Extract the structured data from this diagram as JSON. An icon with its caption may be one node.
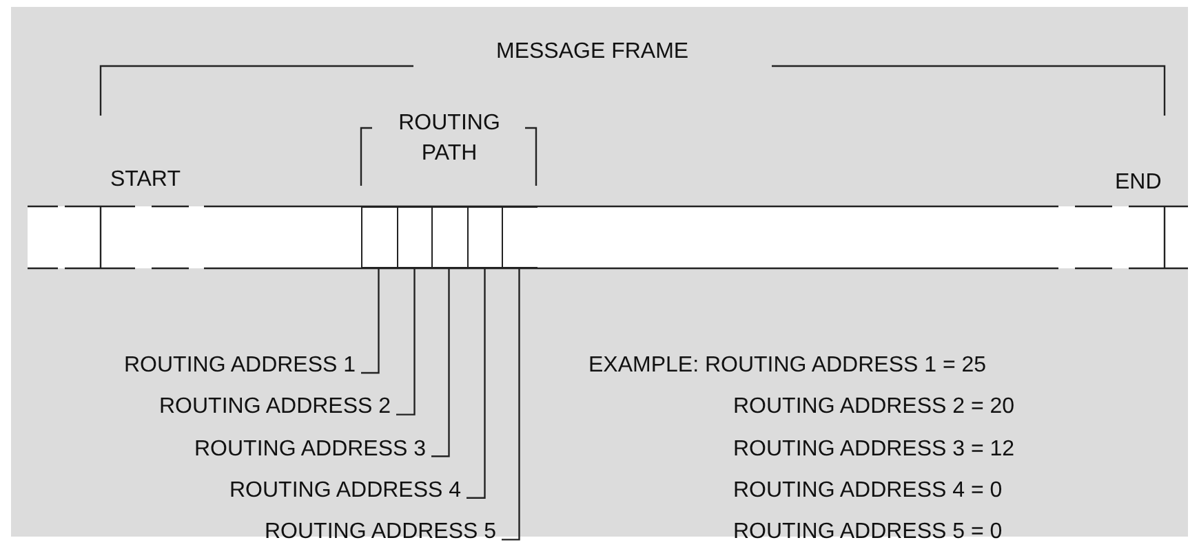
{
  "diagram": {
    "nodes": [
      {
        "text": [],
        "shape": "box"
      },
      {
        "text": [],
        "shape": "box"
      },
      {
        "text": [],
        "shape": "box"
      },
      {
        "text": [],
        "shape": "box"
      },
      {
        "text": [],
        "shape": "box"
      },
      {
        "text": [
          "ROUTING ADDRESS 1"
        ]
      },
      {
        "text": [
          "ROUTING ADDRESS 2"
        ]
      },
      {
        "text": [
          "ROUTING ADDRESS 3"
        ]
      },
      {
        "text": [
          "ROUTING ADDRESS 4"
        ]
      },
      {
        "text": [
          "ROUTING ADDRESS 5"
        ]
      }
    ],
    "edges": [
      {
        "from": 5,
        "to": 0,
        "arrow": "none"
      },
      {
        "from": 6,
        "to": 1,
        "arrow": "none"
      },
      {
        "from": 7,
        "to": 2,
        "arrow": "none"
      },
      {
        "from": 8,
        "to": 3,
        "arrow": "none"
      },
      {
        "from": 9,
        "to": 4,
        "arrow": "none"
      }
    ],
    "labels": [
      "MESSAGE FRAME",
      "ROUTING PATH",
      "START",
      "END",
      "EXAMPLE: ROUTING ADDRESS 1 = 25",
      "ROUTING ADDRESS 2 = 20",
      "ROUTING ADDRESS 3 = 12",
      "ROUTING ADDRESS 4 = 0",
      "ROUTING ADDRESS 5 = 0"
    ]
  }
}
